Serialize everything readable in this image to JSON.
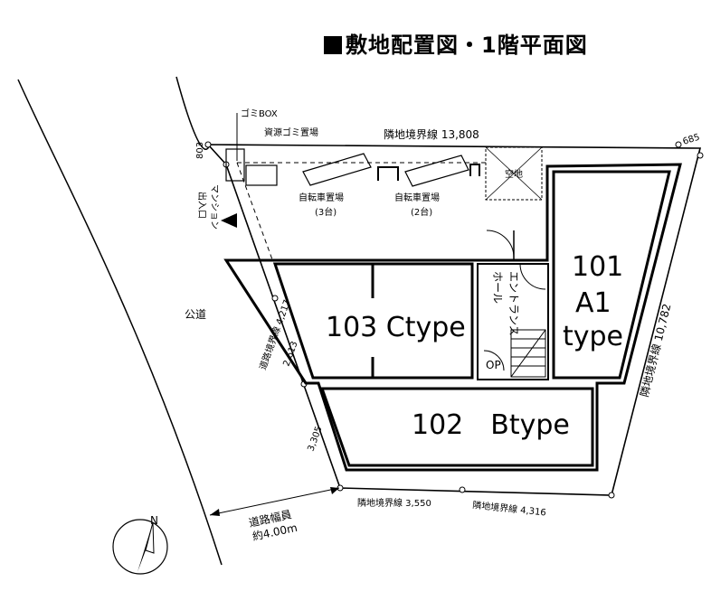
{
  "title": "敷地配置図・1階平面図",
  "units": {
    "u101_num": "101",
    "u101_type_a": "A1",
    "u101_type_b": "type",
    "u102": "102　Btype",
    "u103": "103 Ctype"
  },
  "labels": {
    "garbage_box": "ゴミBOX",
    "recycle": "資源ゴミ置場",
    "bike1_a": "自転車置場",
    "bike1_b": "(3台)",
    "bike2_a": "自転車置場",
    "bike2_b": "(2台)",
    "void": "空地",
    "entrance_hall_a": "エントランス",
    "entrance_hall_b": "ホール",
    "mansion_entrance_a": "マンション",
    "mansion_entrance_b": "出入口",
    "public_road": "公道",
    "op": "OP",
    "road_width_a": "道路幅員",
    "road_width_b": "約4.00m",
    "north": "N"
  },
  "dimensions": {
    "top_boundary": "隣地境界線 13,808",
    "top_left": "803",
    "top_right": "685",
    "right_boundary": "隣地境界線 10,782",
    "bottom_mid": "隣地境界線 3,550",
    "bottom_right": "隣地境界線 4,316",
    "left_road_a": "道路境界線 4,217",
    "left_road_b": "2,613",
    "left_lower": "3,305"
  }
}
